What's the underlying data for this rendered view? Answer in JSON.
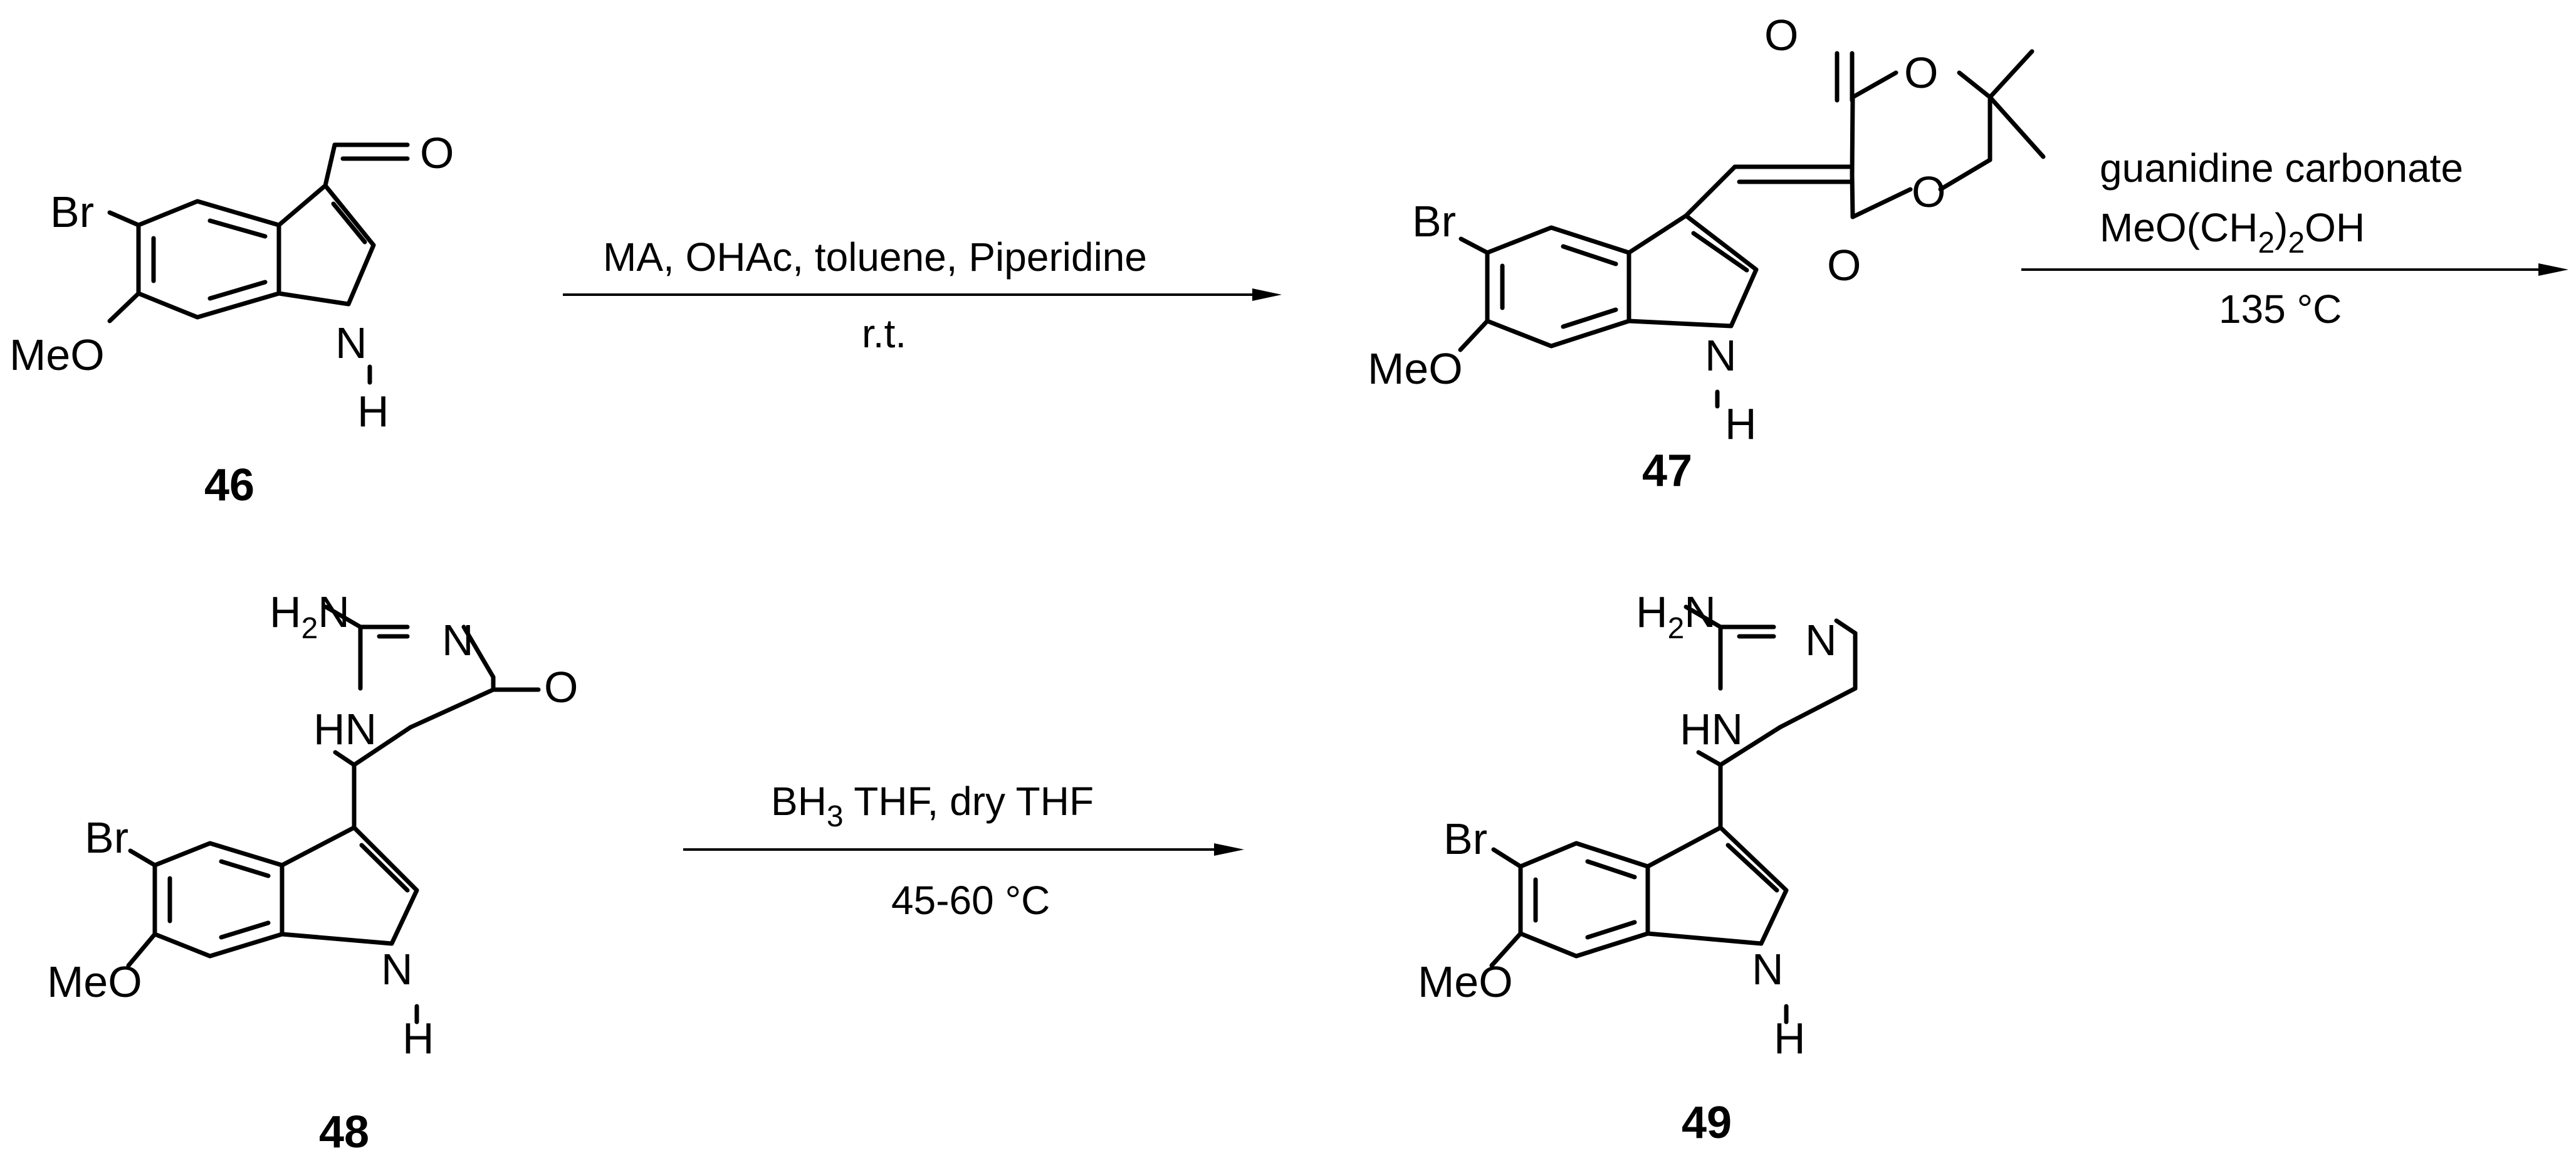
{
  "compounds": [
    {
      "id": "46",
      "atoms": {
        "br": "Br",
        "ome": "MeO",
        "nh_n": "N",
        "nh_h": "H",
        "ald_o": "O"
      }
    },
    {
      "id": "47",
      "atoms": {
        "br": "Br",
        "ome": "MeO",
        "nh_n": "N",
        "nh_h": "H",
        "o_a": "O",
        "o_b": "O",
        "o_c": "O",
        "o_d": "O"
      }
    },
    {
      "id": "48",
      "atoms": {
        "br": "Br",
        "ome": "MeO",
        "nh_n": "N",
        "nh_h": "H",
        "h2n_h": "H",
        "h2n_sub": "2",
        "h2n_n": "N",
        "ring_n": "N",
        "hn": "HN",
        "c_o": "O"
      }
    },
    {
      "id": "49",
      "atoms": {
        "br": "Br",
        "ome": "MeO",
        "nh_n": "N",
        "nh_h": "H",
        "h2n_h": "H",
        "h2n_sub": "2",
        "h2n_n": "N",
        "ring_n": "N",
        "hn": "HN"
      }
    }
  ],
  "reactions": [
    {
      "conditions_above": [
        "MA, OHAc, toluene, Piperidine"
      ],
      "conditions_below": [
        "r.t."
      ]
    },
    {
      "conditions_above": [
        "guanidine carbonate",
        "MeO(CH",
        "2",
        ")",
        "2",
        "OH"
      ],
      "conditions_below": [
        "135 °C"
      ]
    },
    {
      "conditions_above": [
        "BH",
        "3",
        " THF, dry THF"
      ],
      "conditions_below": [
        "45-60 °C"
      ]
    }
  ]
}
